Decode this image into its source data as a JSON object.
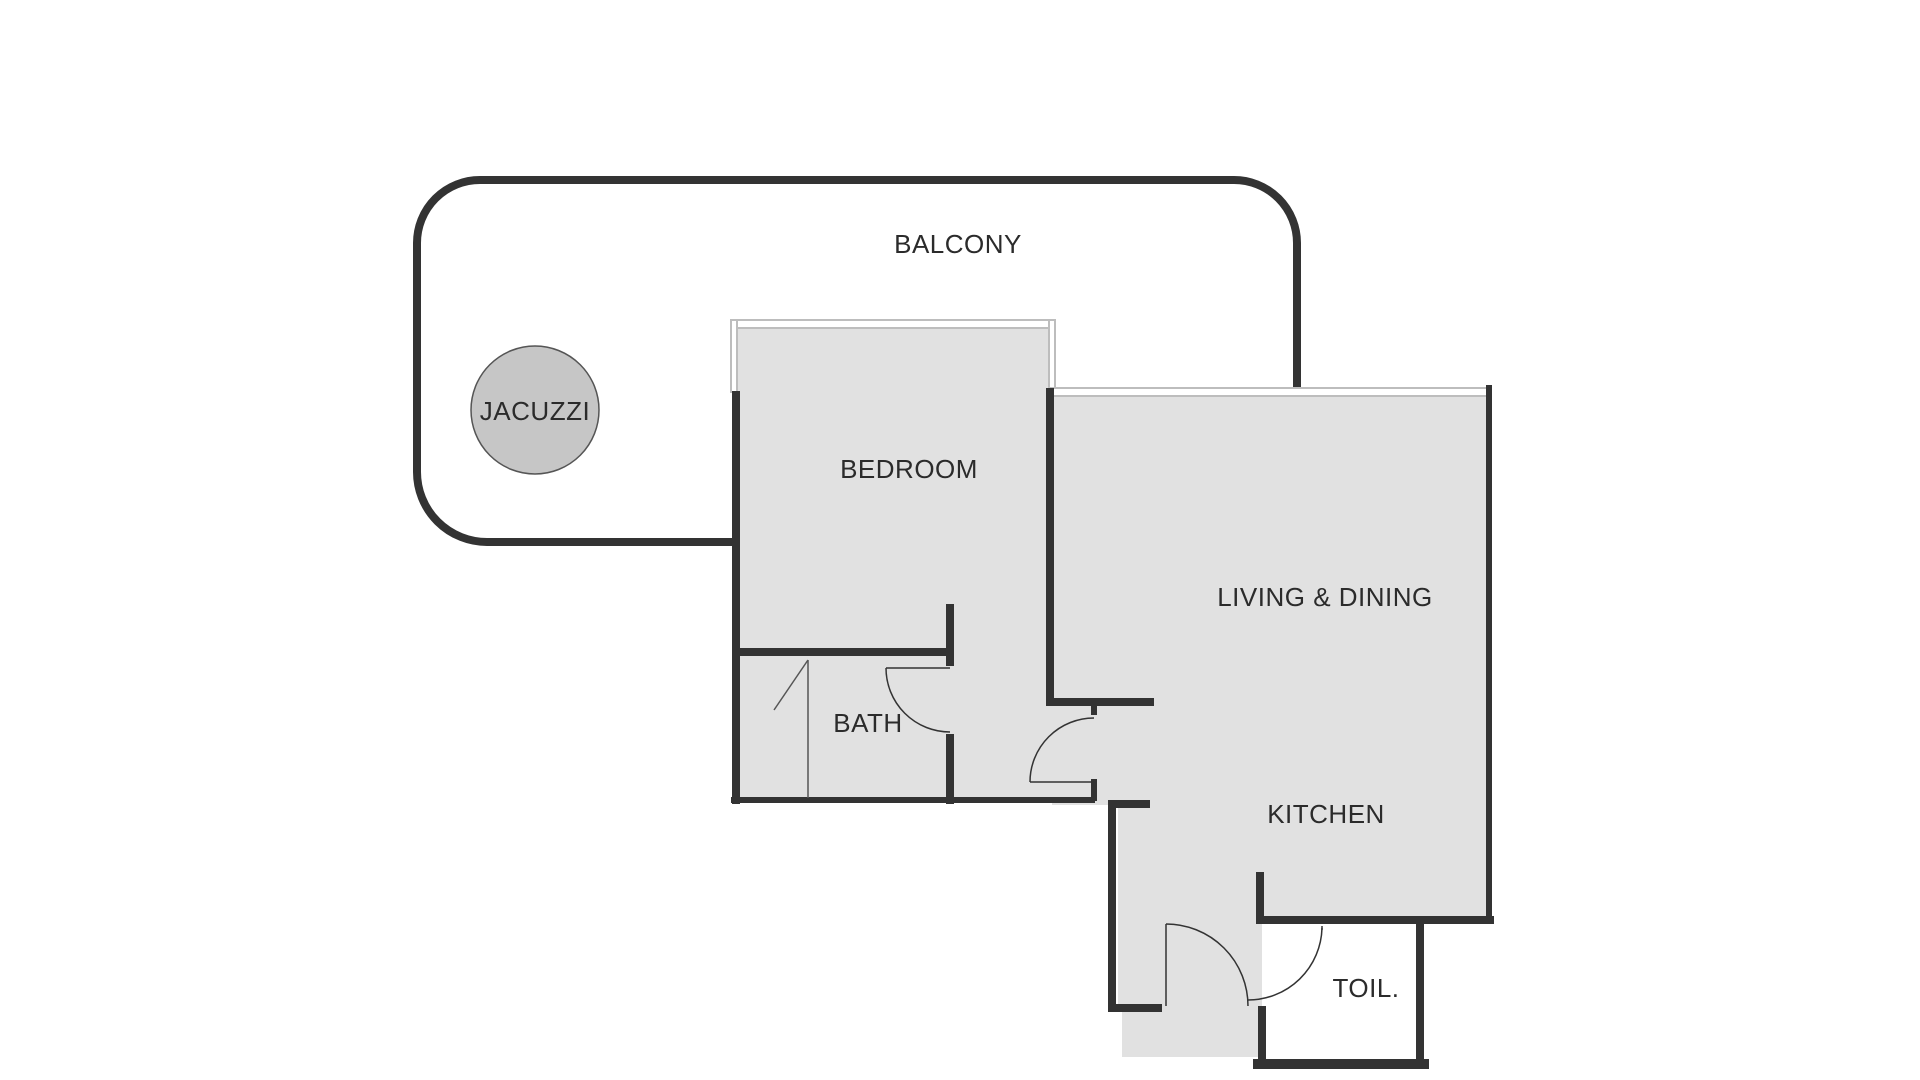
{
  "plan": {
    "labels": {
      "balcony": "BALCONY",
      "jacuzzi": "JACUZZI",
      "bedroom": "BEDROOM",
      "living_dining": "LIVING & DINING",
      "bath": "BATH",
      "kitchen": "KITCHEN",
      "toilet": "TOIL."
    },
    "colors": {
      "wall": "#333333",
      "floor": "#e1e1e1",
      "jacuzzi_fill": "#c6c6c6",
      "window": "#bdbdbd",
      "background": "#ffffff"
    }
  }
}
